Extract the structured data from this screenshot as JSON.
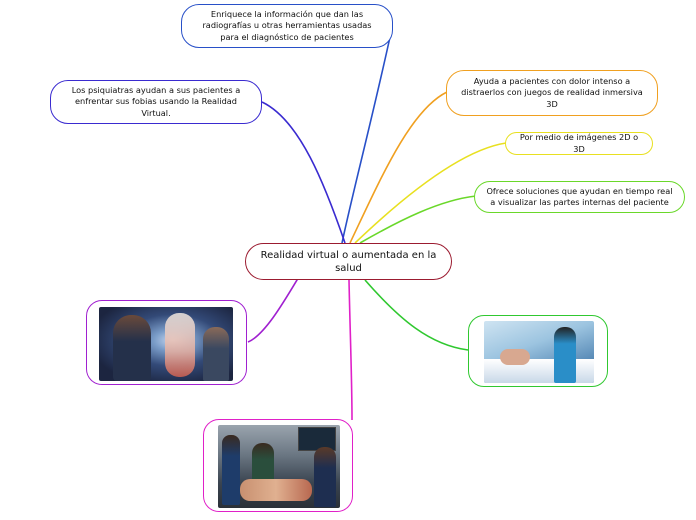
{
  "center": {
    "label": "Realidad virtual o aumentada en la salud",
    "color": "#9b1b30"
  },
  "branches": [
    {
      "id": "radiografias",
      "label": "Enriquece la información que dan las radiografías u otras herramientas usadas para el diagnóstico de pacientes",
      "color": "#2850c8"
    },
    {
      "id": "psiquiatras",
      "label": "Los psiquiatras ayudan a sus pacientes a enfrentar sus fobias usando la Realidad Virtual.",
      "color": "#3a2bd0"
    },
    {
      "id": "dolor",
      "label": "Ayuda a pacientes con dolor intenso a distraerlos con juegos de realidad inmersiva 3D",
      "color": "#f0a020"
    },
    {
      "id": "imagenes",
      "label": "Por medio de imágenes 2D o 3D",
      "color": "#e8e020"
    },
    {
      "id": "soluciones",
      "label": "Ofrece soluciones que ayudan en tiempo real a visualizar las partes internas del paciente",
      "color": "#6ad82a"
    },
    {
      "id": "foto-hologram",
      "label": "",
      "color": "#a020d0"
    },
    {
      "id": "foto-paciente",
      "label": "",
      "color": "#30c830"
    },
    {
      "id": "foto-cirugia",
      "label": "",
      "color": "#e020c8"
    }
  ]
}
